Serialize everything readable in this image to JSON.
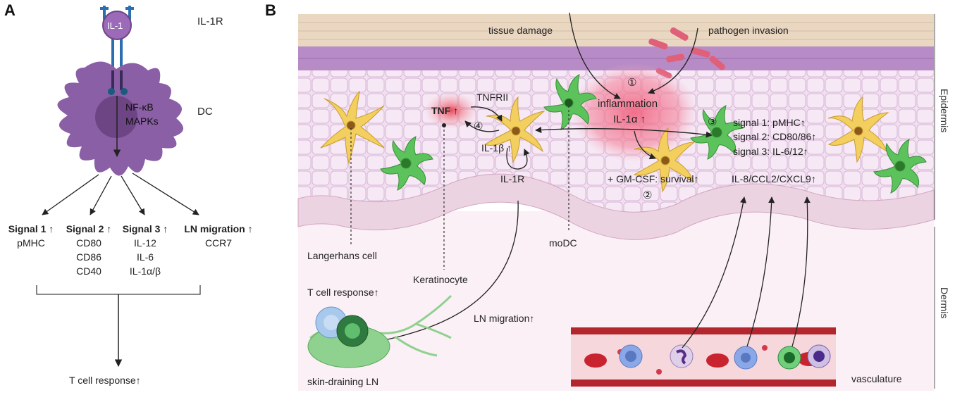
{
  "panels": {
    "a": "A",
    "b": "B"
  },
  "panel_a": {
    "ligand": "IL-1",
    "receptor": "IL-1R",
    "cell": "DC",
    "pathway": [
      "NF-κB",
      "MAPKs"
    ],
    "signals": [
      {
        "header": "Signal 1 ↑",
        "items": [
          "pMHC"
        ]
      },
      {
        "header": "Signal 2 ↑",
        "items": [
          "CD80",
          "CD86",
          "CD40"
        ]
      },
      {
        "header": "Signal 3 ↑",
        "items": [
          "IL-12",
          "IL-6",
          "IL-1α/β"
        ]
      },
      {
        "header": "LN migration ↑",
        "items": [
          "CCR7"
        ]
      }
    ],
    "outcome": "T cell response↑"
  },
  "panel_b": {
    "layers": {
      "epidermis": "Epidermis",
      "dermis": "Dermis"
    },
    "triggers": {
      "tissue_damage": "tissue damage",
      "pathogen_invasion": "pathogen invasion"
    },
    "inflammation": {
      "step": "①",
      "label": "inflammation",
      "cytokine": "IL-1α ↑"
    },
    "tnf": {
      "label": "TNF ↑",
      "receptor": "TNFRII"
    },
    "il1b": {
      "step": "④",
      "label": "IL-1β ↑",
      "receptor": "IL-1R"
    },
    "gmcsf": {
      "step": "②",
      "label": "+ GM-CSF: survival↑"
    },
    "signals": {
      "step": "③",
      "lines": [
        "signal 1: pMHC↑",
        "signal 2: CD80/86↑",
        "signal 3: IL-6/12↑"
      ]
    },
    "chemokines": "IL-8/CCL2/CXCL9↑",
    "cells": {
      "langerhans": "Langerhans cell",
      "keratinocyte": "Keratinocyte",
      "modc": "moDC"
    },
    "lymph": {
      "t_cell_response": "T cell response↑",
      "ln_migration": "LN migration↑",
      "skin_ln": "skin-draining LN"
    },
    "vasculature": "vasculature"
  },
  "colors": {
    "dc_purple": "#8b5fa6",
    "langerhans_yellow": "#f2cf5e",
    "modc_green": "#5cc25b",
    "epidermis_pink": "#f1dff0",
    "stratum_corneum": "#e9d6c0",
    "inflammation_red": "#f0607a",
    "vessel_red": "#b3262e"
  }
}
